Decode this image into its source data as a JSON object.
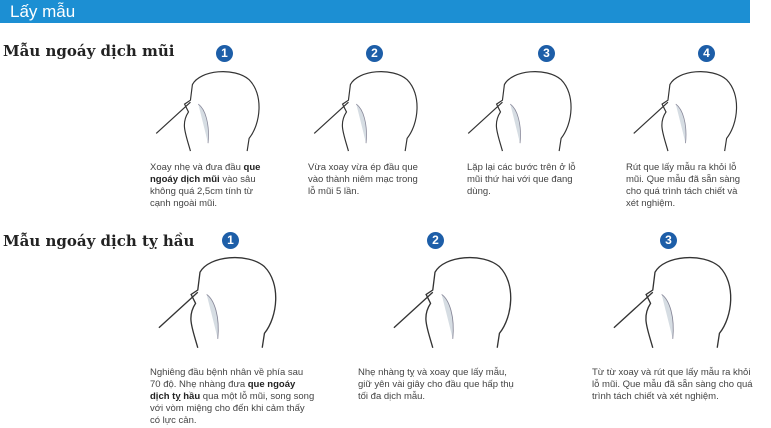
{
  "header": {
    "title": "Lấy mẫu"
  },
  "nasal": {
    "title": "Mẫu ngoáy dịch mũi",
    "steps": [
      {
        "num": "1",
        "pre": "Xoay nhẹ và đưa đầu ",
        "bold": "que ngoáy dịch mũi",
        "post": " vào sâu không quá 2,5cm tính từ cạnh ngoài mũi."
      },
      {
        "num": "2",
        "pre": "Vừa xoay vừa ép đầu que vào thành niêm mạc trong lỗ mũi 5 lần.",
        "bold": "",
        "post": ""
      },
      {
        "num": "3",
        "pre": "Lặp lại các bước trên ở lỗ mũi thứ hai với que đang dùng.",
        "bold": "",
        "post": ""
      },
      {
        "num": "4",
        "pre": "Rút que lấy mẫu ra khỏi lỗ mũi. Que mẫu đã sẵn sàng cho quá trình tách chiết và xét nghiệm.",
        "bold": "",
        "post": ""
      }
    ]
  },
  "naso": {
    "title": "Mẫu ngoáy dịch tỵ hầu",
    "steps": [
      {
        "num": "1",
        "pre": "Nghiêng đầu bệnh nhân về phía sau 70 độ. Nhẹ nhàng đưa ",
        "bold": "que ngoáy dịch tỵ hầu",
        "post": " qua một lỗ mũi, song song với vòm miệng cho đến khi cảm thấy có lực cản."
      },
      {
        "num": "2",
        "pre": "Nhẹ nhàng tỵ và xoay que lấy mẫu, giữ yên vài giây cho đầu que hấp thụ tối đa dịch mẫu.",
        "bold": "",
        "post": ""
      },
      {
        "num": "3",
        "pre": "Từ từ xoay và rút que lấy mẫu ra khỏi lỗ mũi. Que mẫu đã sẵn sàng cho quá trình tách chiết và xét nghiệm.",
        "bold": "",
        "post": ""
      }
    ]
  },
  "colors": {
    "header": "#1c8fd3",
    "badge": "#1d5ea8"
  }
}
